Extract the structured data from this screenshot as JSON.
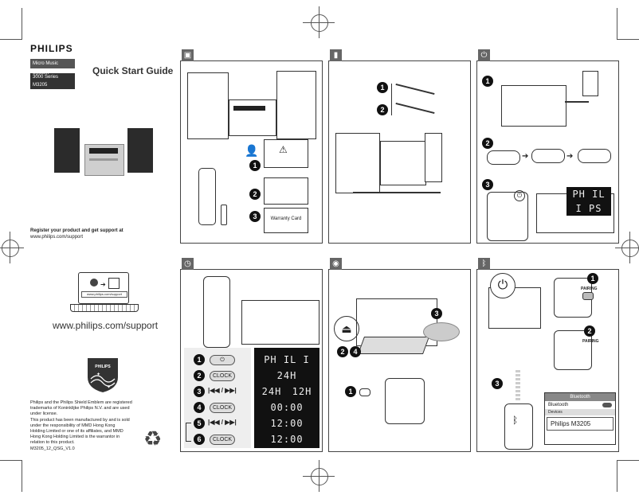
{
  "brand": {
    "name": "PHILIPS",
    "product_lines": [
      "Micro Music System",
      "3000 Series",
      "M3205"
    ],
    "title": "Quick Start Guide"
  },
  "register": {
    "line1": "Register your product and get support at",
    "line2": "www.philips.com/support"
  },
  "laptop_url": "www.philips.com/support",
  "support_url": "www.philips.com/support",
  "legal_text": [
    "Philips and the Philips Shield Emblem are registered",
    "trademarks of Koninklijke Philips N.V. and are used",
    "under license.",
    "This product has been manufactured by and is sold",
    "under the responsibility of MMD Hong Kong",
    "Holding Limited or one of its affiliates, and MMD",
    "Hong Kong Holding Limited is the warrantor in",
    "relation to this product."
  ],
  "doc_code": "M3205_12_QSG_V1.0",
  "panel1": {
    "warranty_card": "Warranty Card",
    "step_numbers": [
      "1",
      "2",
      "3"
    ]
  },
  "panel2": {
    "step_numbers": [
      "1",
      "2"
    ]
  },
  "panel3": {
    "step_numbers": [
      "1",
      "2",
      "3"
    ],
    "display": "PH IL I PS"
  },
  "panel4": {
    "steps": [
      {
        "n": "1",
        "btn": "⏻"
      },
      {
        "n": "2",
        "btn": "CLOCK"
      },
      {
        "n": "3",
        "btn": "|◀◀ / ▶▶|"
      },
      {
        "n": "4",
        "btn": "CLOCK"
      },
      {
        "n": "5",
        "btn": "|◀◀ / ▶▶|"
      },
      {
        "n": "6",
        "btn": "CLOCK"
      }
    ],
    "displays": [
      "PH IL I PS",
      "24H",
      "24H",
      "12H",
      "00:00",
      "12:00",
      "12:00"
    ]
  },
  "panel5": {
    "step_numbers": [
      "1",
      "2",
      "3",
      "4"
    ]
  },
  "panel6": {
    "step_numbers": [
      "1",
      "2",
      "3"
    ],
    "pairing": "PAIRING",
    "bt_title": "Bluetooth",
    "bt_label": "Bluetooth",
    "bt_devices": "Devices",
    "bt_device_name": "Philips M3205"
  },
  "colors": {
    "badge": "#666666",
    "ink": "#111111"
  }
}
